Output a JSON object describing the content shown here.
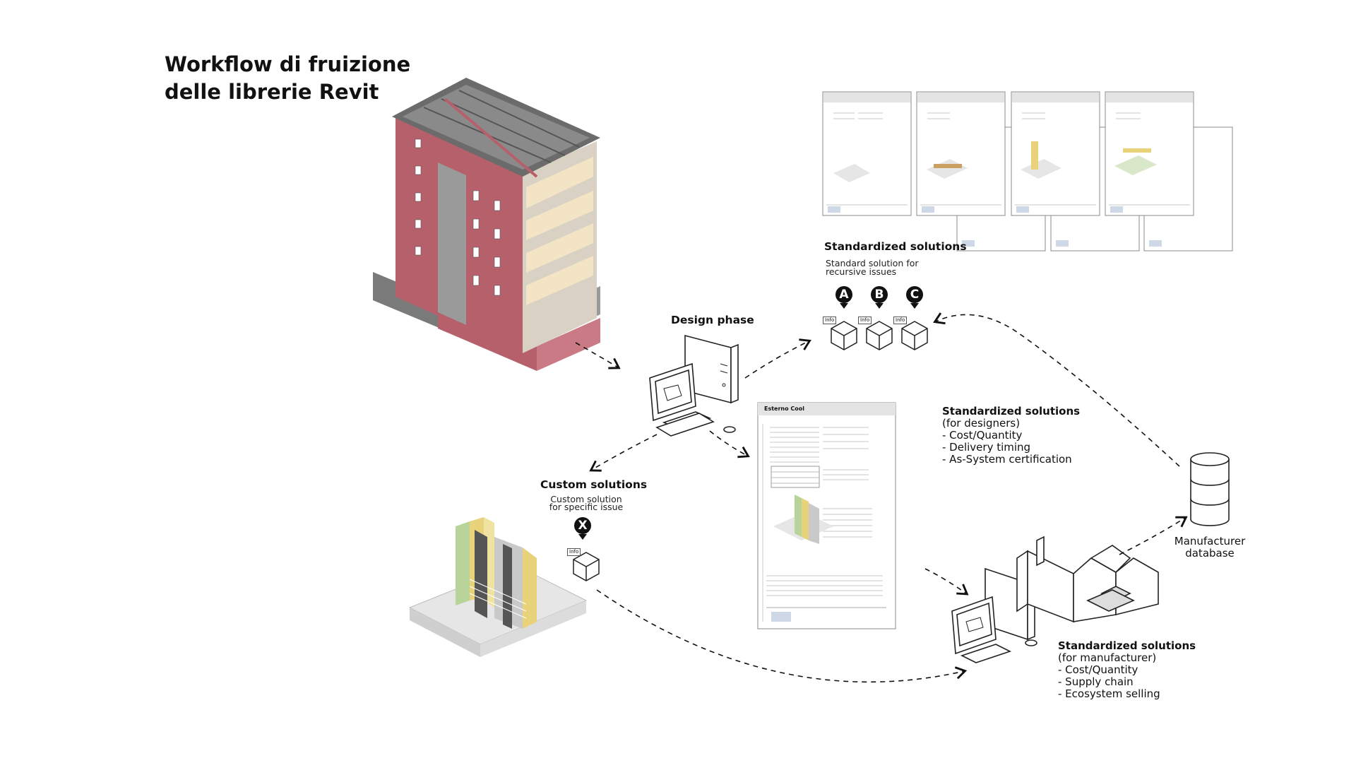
{
  "title": {
    "line1": "Workflow di fruizione",
    "line2": "delle librerie Revit"
  },
  "design_phase": {
    "label": "Design phase"
  },
  "standardized_top": {
    "heading": "Standardized solutions",
    "sub1": "Standard solution for",
    "sub2": "recursive issues",
    "badges": [
      "A",
      "B",
      "C"
    ],
    "tag": "Info"
  },
  "custom": {
    "heading": "Custom solutions",
    "sub1": "Custom solution",
    "sub2": "for specific issue",
    "badge": "X",
    "tag": "Info"
  },
  "designers": {
    "heading": "Standardized solutions",
    "lines": [
      "(for designers)",
      "- Cost/Quantity",
      "- Delivery timing",
      "- As-System certification"
    ]
  },
  "manufacturer": {
    "heading": "Standardized solutions",
    "lines": [
      "(for manufacturer)",
      "- Cost/Quantity",
      "- Supply chain",
      "- Ecosystem selling"
    ]
  },
  "database": {
    "line1": "Manufacturer",
    "line2": "database"
  },
  "datasheet": {
    "title": "Esterno Cool"
  },
  "colors": {
    "building_red": "#b5606b",
    "roof_gray": "#6b6b6b",
    "slab_cream": "#f2e4c4",
    "panel_yellow": "#e8d27a",
    "panel_green": "#b8d49a"
  }
}
